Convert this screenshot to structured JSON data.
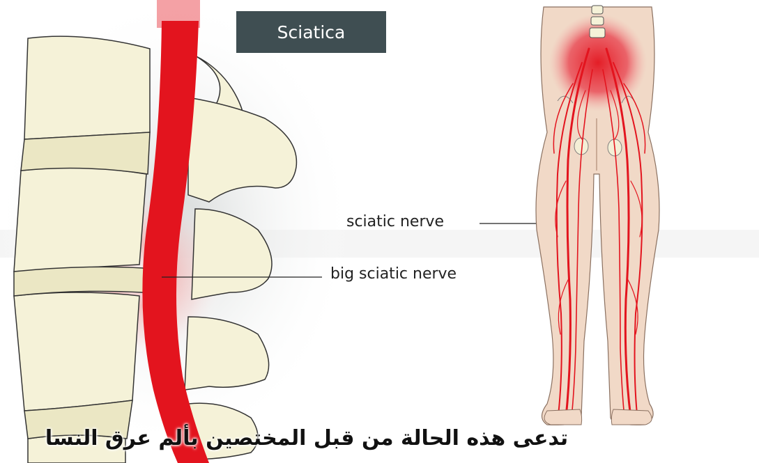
{
  "title": "Sciatica",
  "labels": {
    "sciatic_nerve": "sciatic nerve",
    "big_sciatic_nerve": "big sciatic nerve"
  },
  "caption": "تدعى هذه الحالة من قبل المختصين بألم عرق النسا",
  "colors": {
    "nerve_red": "#e3141e",
    "bone": "#f5f2d8",
    "skin": "#f1d9c7",
    "title_box": "#3f4e52"
  }
}
